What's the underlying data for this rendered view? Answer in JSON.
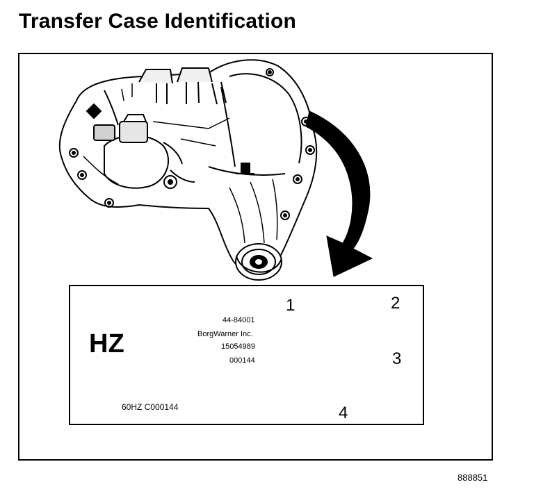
{
  "title": "Transfer Case Identification",
  "label": {
    "code": "HZ",
    "part_number": "44-84001",
    "manufacturer": "BorgWarner Inc.",
    "gm_number": "15054989",
    "serial": "000144",
    "barcode_text": "60HZ C000144"
  },
  "callouts": [
    "1",
    "2",
    "3",
    "4"
  ],
  "figure_number": "888851"
}
